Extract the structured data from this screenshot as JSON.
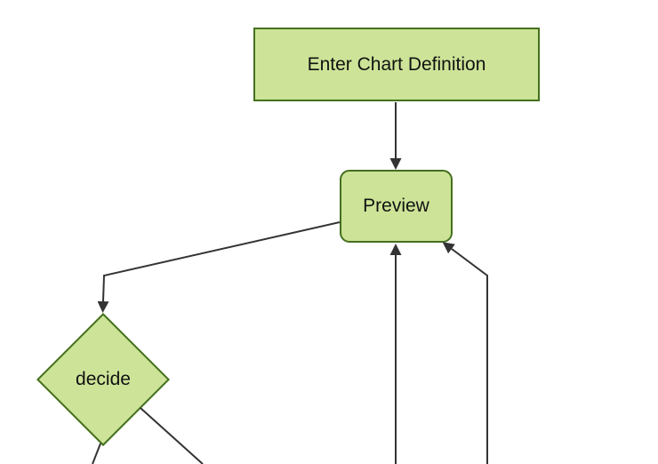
{
  "diagram": {
    "type": "flowchart",
    "direction": "top-down",
    "nodes": [
      {
        "id": "enter-chart-definition",
        "label": "Enter Chart Definition",
        "shape": "rectangle"
      },
      {
        "id": "preview",
        "label": "Preview",
        "shape": "rounded-rectangle"
      },
      {
        "id": "decide",
        "label": "decide",
        "shape": "diamond"
      }
    ],
    "edges": [
      {
        "from": "enter-chart-definition",
        "to": "preview",
        "arrowhead": true
      },
      {
        "from": "preview",
        "to": "decide",
        "arrowhead": true
      },
      {
        "from": "offscreen-bottom-center",
        "to": "preview",
        "arrowhead": true
      },
      {
        "from": "offscreen-bottom-right",
        "to": "preview",
        "arrowhead": true
      },
      {
        "from": "decide",
        "to": "offscreen-bottom-left",
        "arrowhead": false
      },
      {
        "from": "decide",
        "to": "offscreen-bottom-right",
        "arrowhead": false
      }
    ],
    "colors": {
      "node_fill": "#cde498",
      "node_border": "#44701f",
      "edge_line": "#333333",
      "text": "#111111",
      "background": "#ffffff"
    }
  }
}
